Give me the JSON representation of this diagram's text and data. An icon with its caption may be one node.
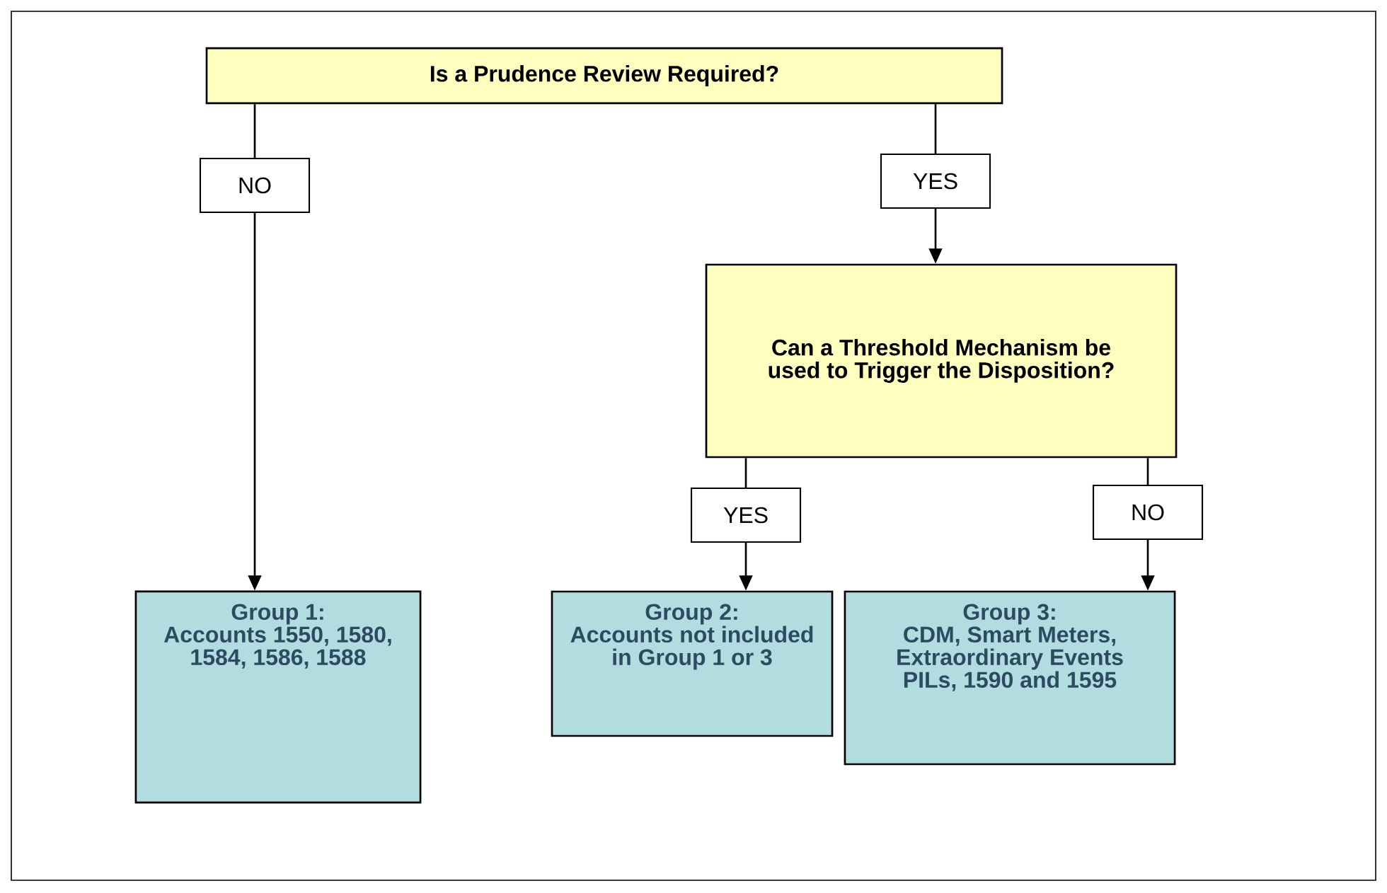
{
  "diagram": {
    "nodes": [
      {
        "text": [
          "Is a Prudence Review Required?"
        ]
      },
      {
        "text": [
          "Can a Threshold Mechanism be used to Trigger the Disposition?"
        ]
      },
      {
        "text": [
          "Group 1:",
          "Accounts 1550, 1580, 1584, 1586, 1588"
        ]
      },
      {
        "text": [
          "Group 2:",
          "Accounts not included in Group 1 or 3"
        ]
      },
      {
        "text": [
          "Group 3:",
          "CDM, Smart Meters, Extraordinary Events PILs, 1590 and 1595"
        ]
      }
    ],
    "edges": [
      {
        "from": 0,
        "to": 2,
        "arrow": "to",
        "label": "NO"
      },
      {
        "from": 0,
        "to": 1,
        "arrow": "to",
        "label": "YES"
      },
      {
        "from": 1,
        "to": 3,
        "arrow": "to",
        "label": "YES"
      },
      {
        "from": 1,
        "to": 4,
        "arrow": "to",
        "label": "NO"
      }
    ]
  }
}
